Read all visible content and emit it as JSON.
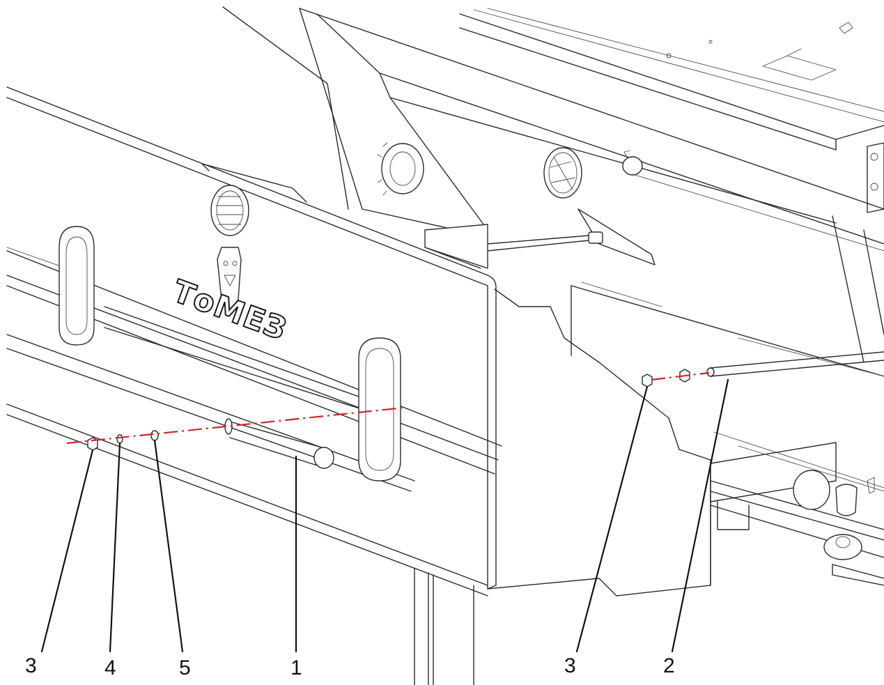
{
  "diagram": {
    "brand_label": "ТоМЕЗ",
    "callouts": [
      {
        "id": "c-3-left",
        "label": "3"
      },
      {
        "id": "c-4",
        "label": "4"
      },
      {
        "id": "c-5",
        "label": "5"
      },
      {
        "id": "c-1",
        "label": "1"
      },
      {
        "id": "c-3-right",
        "label": "3"
      },
      {
        "id": "c-2",
        "label": "2"
      }
    ],
    "parts": {
      "1": "rod-left",
      "2": "rod-right",
      "3": "nut",
      "4": "washer-small",
      "5": "washer-large"
    },
    "colors": {
      "line": "#2a2a2a",
      "axis": "#d0262b",
      "background": "#ffffff"
    }
  }
}
